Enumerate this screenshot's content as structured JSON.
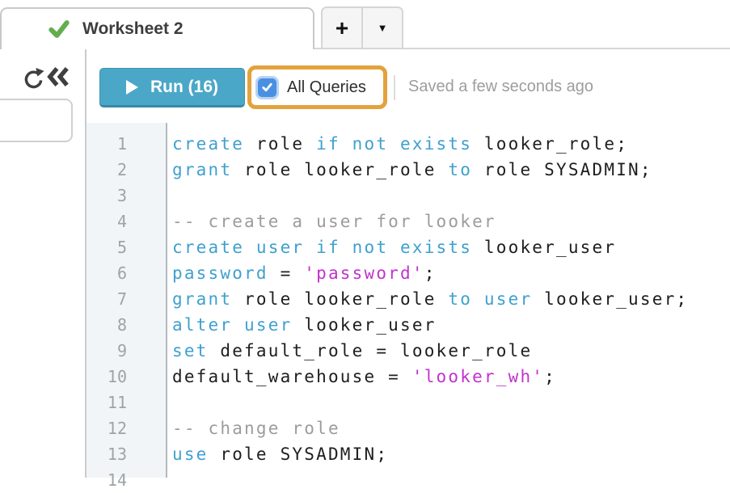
{
  "tab_bar": {
    "tab_title": "Worksheet 2",
    "tab_status_icon": "green-check",
    "new_tab_label": "+",
    "tab_menu_glyph": "▼"
  },
  "toolbar": {
    "refresh_icon": "circular-arrow-refresh",
    "collapse_icon": "double-chevron-left",
    "run_label": "Run (16)",
    "all_queries": {
      "label": "All Queries",
      "checked": true
    },
    "saved_status": "Saved a few seconds ago"
  },
  "sidebar": {
    "search_value": ""
  },
  "editor": {
    "language": "sql",
    "lines": [
      {
        "num": "1",
        "tokens": [
          [
            "k",
            "create"
          ],
          [
            "d",
            " role "
          ],
          [
            "k",
            "if not exists"
          ],
          [
            "d",
            " looker_role;"
          ]
        ]
      },
      {
        "num": "2",
        "tokens": [
          [
            "k",
            "grant"
          ],
          [
            "d",
            " role looker_role "
          ],
          [
            "k",
            "to"
          ],
          [
            "d",
            " role SYSADMIN;"
          ]
        ]
      },
      {
        "num": "3",
        "tokens": []
      },
      {
        "num": "4",
        "tokens": [
          [
            "c",
            "-- create a user for looker"
          ]
        ]
      },
      {
        "num": "5",
        "tokens": [
          [
            "k",
            "create user if not exists"
          ],
          [
            "d",
            " looker_user"
          ]
        ]
      },
      {
        "num": "6",
        "tokens": [
          [
            "k",
            "password"
          ],
          [
            "d",
            " = "
          ],
          [
            "s",
            "'password'"
          ],
          [
            "d",
            ";"
          ]
        ]
      },
      {
        "num": "7",
        "tokens": [
          [
            "k",
            "grant"
          ],
          [
            "d",
            " role looker_role "
          ],
          [
            "k",
            "to user"
          ],
          [
            "d",
            " looker_user;"
          ]
        ]
      },
      {
        "num": "8",
        "tokens": [
          [
            "k",
            "alter user"
          ],
          [
            "d",
            " looker_user"
          ]
        ]
      },
      {
        "num": "9",
        "tokens": [
          [
            "k",
            "set"
          ],
          [
            "d",
            " default_role = looker_role"
          ]
        ]
      },
      {
        "num": "10",
        "tokens": [
          [
            "d",
            "default_warehouse = "
          ],
          [
            "s",
            "'looker_wh'"
          ],
          [
            "d",
            ";"
          ]
        ]
      },
      {
        "num": "11",
        "tokens": []
      },
      {
        "num": "12",
        "tokens": [
          [
            "c",
            "-- change role"
          ]
        ]
      },
      {
        "num": "13",
        "tokens": [
          [
            "k",
            "use"
          ],
          [
            "d",
            " role SYSADMIN;"
          ]
        ]
      },
      {
        "num": "14",
        "tokens": []
      }
    ]
  },
  "colors": {
    "keyword": "#3FA0CE",
    "string": "#C133CE",
    "comment": "#9C9C9C",
    "code_text": "#1E1E1E",
    "run_button_teal": "#4BA7C7",
    "annotation_orange": "#E3A23C",
    "checkbox_blue": "#4A90E2",
    "check_green": "#62AE4E",
    "gutter_bg": "#F1F5F7"
  }
}
